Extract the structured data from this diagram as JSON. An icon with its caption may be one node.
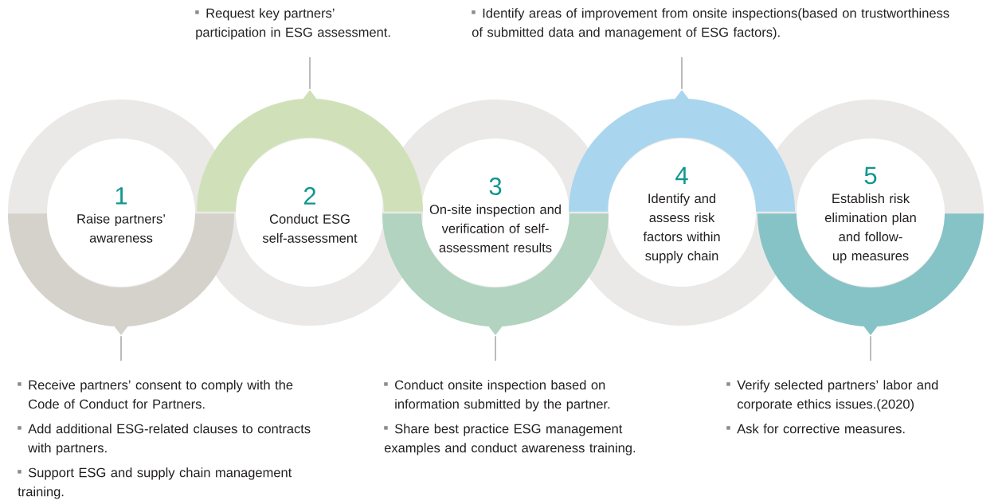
{
  "diagram": {
    "nodes": [
      {
        "text": [
          "1",
          "Raise partners’ awareness"
        ]
      },
      {
        "text": [
          "2",
          "Conduct ESG self-assessment"
        ]
      },
      {
        "text": [
          "3",
          "On-site inspection and verification of self-assessment results"
        ]
      },
      {
        "text": [
          "4",
          "Identify and assess risk factors within supply chain"
        ]
      },
      {
        "text": [
          "5",
          "Establish risk elimination plan and follow-up measures"
        ]
      },
      {
        "text": [
          "Request key partners’ participation in ESG assessment."
        ]
      },
      {
        "text": [
          "Identify areas of improvement from onsite inspections(based on trustworthiness of submitted data and management of ESG factors)."
        ]
      },
      {
        "text": [
          "Receive partners’ consent to comply with the Code of Conduct for Partners.",
          "Add additional ESG-related clauses to contracts with partners.",
          "Support ESG and supply chain management training."
        ]
      },
      {
        "text": [
          "Conduct onsite inspection based on information submitted by the partner.",
          "Share best practice ESG management examples and conduct awareness training."
        ]
      },
      {
        "text": [
          "Verify selected partners’ labor and corporate ethics issues.(2020)",
          "Ask for corrective measures."
        ]
      }
    ],
    "edges": [
      {
        "from": 5,
        "to": 1,
        "arrow": "none"
      },
      {
        "from": 6,
        "to": 3,
        "arrow": "none"
      },
      {
        "from": 7,
        "to": 0,
        "arrow": "none"
      },
      {
        "from": 8,
        "to": 2,
        "arrow": "none"
      },
      {
        "from": 9,
        "to": 4,
        "arrow": "none"
      }
    ]
  }
}
